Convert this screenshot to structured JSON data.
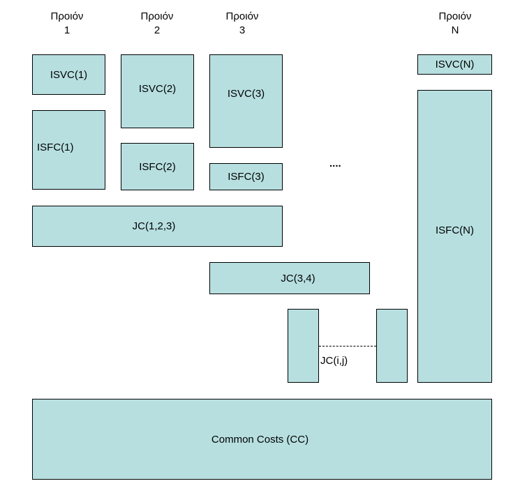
{
  "headers": [
    {
      "name": "Προιόν",
      "index": "1"
    },
    {
      "name": "Προιόν",
      "index": "2"
    },
    {
      "name": "Προιόν",
      "index": "3"
    },
    {
      "name": "Προιόν",
      "index": "N"
    }
  ],
  "boxes": {
    "isvc1": "ISVC(1)",
    "isvc2": "ISVC(2)",
    "isvc3": "ISVC(3)",
    "isvcn": "ISVC(N)",
    "isfc1": "ISFC(1)",
    "isfc2": "ISFC(2)",
    "isfc3": "ISFC(3)",
    "isfcn": "ISFC(N)",
    "jc123": "JC(1,2,3)",
    "jc34": "JC(3,4)",
    "jcij": "JC(i,j)",
    "cc": "Common Costs (CC)"
  },
  "ellipsis": "....",
  "colors": {
    "box_fill": "#b7dfe0",
    "box_border": "#000000"
  }
}
